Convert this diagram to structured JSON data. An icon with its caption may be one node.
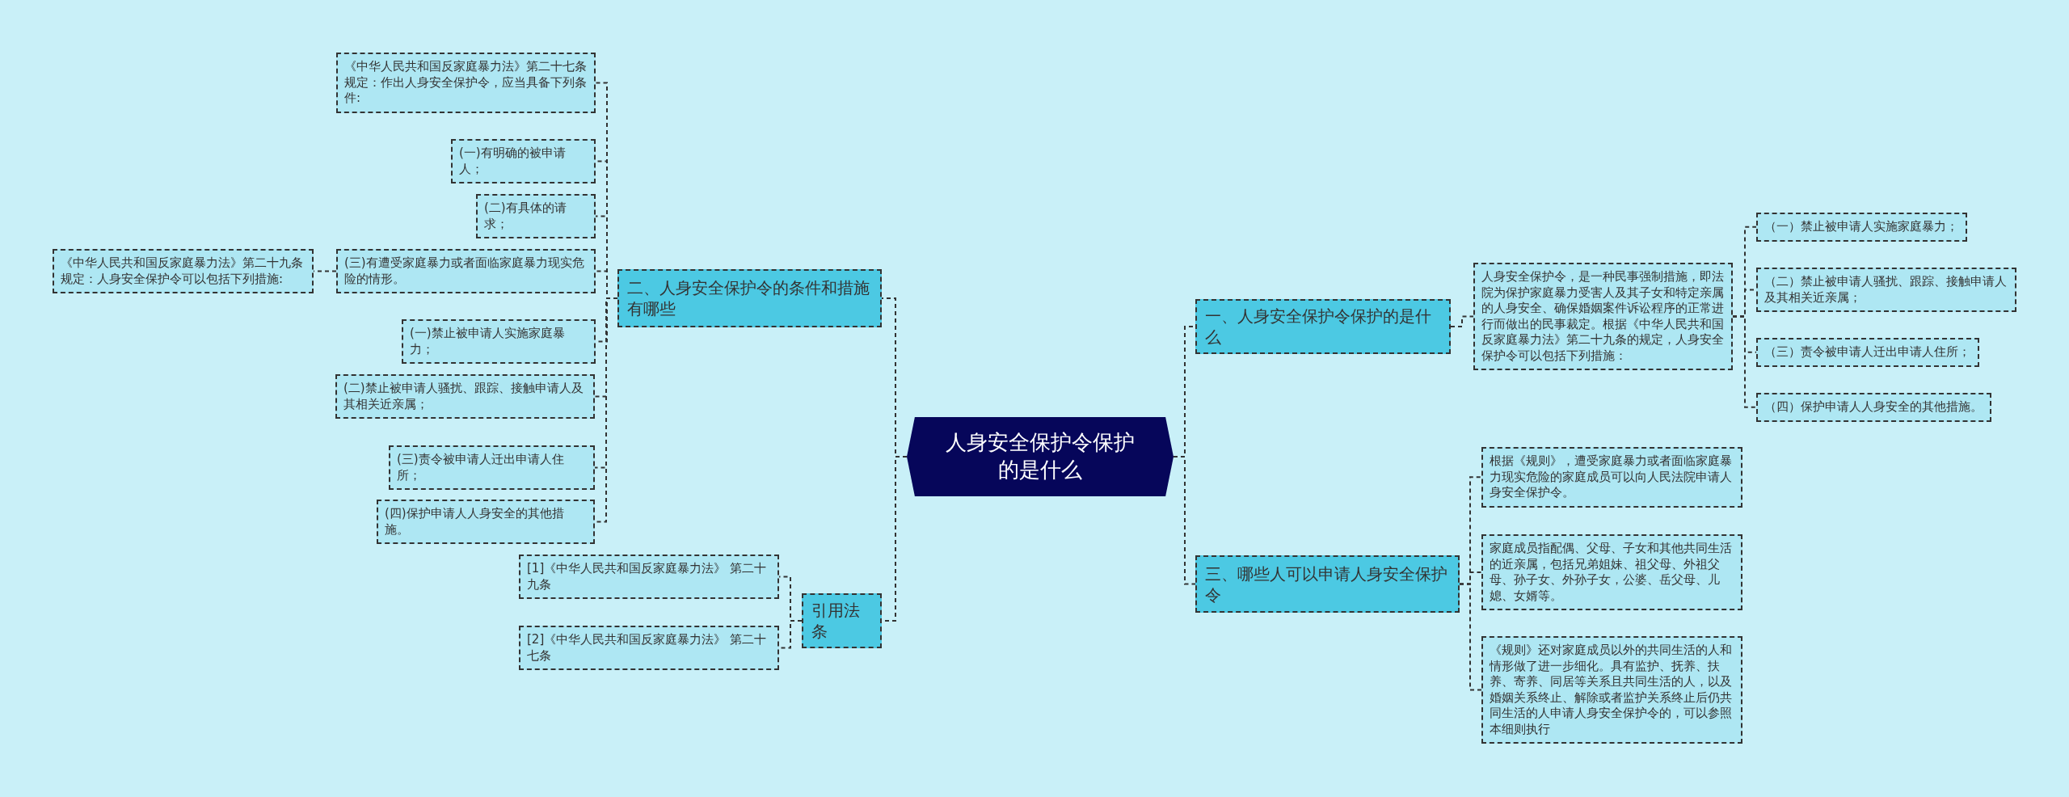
{
  "diagram": {
    "nodes": [
      {
        "text": [
          "人身安全保护令保护的是什么"
        ]
      },
      {
        "text": [
          "一、人身安全保护令保护的是什么"
        ]
      },
      {
        "text": [
          "人身安全保护令，是一种民事强制措施，即法院为保护家庭暴力受害人及其子女和特定亲属的人身安全、确保婚姻案件诉讼程序的正常进行而做出的民事裁定。根据《中华人民共和国反家庭暴力法》第二十九条的规定，人身安全保护令可以包括下列措施："
        ]
      },
      {
        "text": [
          "（一）禁止被申请人实施家庭暴力；"
        ]
      },
      {
        "text": [
          "（二）禁止被申请人骚扰、跟踪、接触申请人及其相关近亲属；"
        ]
      },
      {
        "text": [
          "（三）责令被申请人迁出申请人住所；"
        ]
      },
      {
        "text": [
          "（四）保护申请人人身安全的其他措施。"
        ]
      },
      {
        "text": [
          "三、哪些人可以申请人身安全保护令"
        ]
      },
      {
        "text": [
          "根据《规则》，遭受家庭暴力或者面临家庭暴力现实危险的家庭成员可以向人民法院申请人身安全保护令。"
        ]
      },
      {
        "text": [
          "家庭成员指配偶、父母、子女和其他共同生活的近亲属，包括兄弟姐妹、祖父母、外祖父母、孙子女、外孙子女，公婆、岳父母、儿媳、女婿等。"
        ]
      },
      {
        "text": [
          "《规则》还对家庭成员以外的共同生活的人和情形做了进一步细化。具有监护、抚养、扶养、寄养、同居等关系且共同生活的人，以及婚姻关系终止、解除或者监护关系终止后仍共同生活的人申请人身安全保护令的，可以参照本细则执行"
        ]
      },
      {
        "text": [
          "二、人身安全保护令的条件和措施有哪些"
        ]
      },
      {
        "text": [
          "《中华人民共和国反家庭暴力法》第二十七条规定：作出人身安全保护令，应当具备下列条件:"
        ]
      },
      {
        "text": [
          "(一)有明确的被申请人；"
        ]
      },
      {
        "text": [
          "(二)有具体的请求；"
        ]
      },
      {
        "text": [
          "(三)有遭受家庭暴力或者面临家庭暴力现实危险的情形。"
        ]
      },
      {
        "text": [
          "《中华人民共和国反家庭暴力法》第二十九条规定：人身安全保护令可以包括下列措施:"
        ]
      },
      {
        "text": [
          "(一)禁止被申请人实施家庭暴力；"
        ]
      },
      {
        "text": [
          "(二)禁止被申请人骚扰、跟踪、接触申请人及其相关近亲属；"
        ]
      },
      {
        "text": [
          "(三)责令被申请人迁出申请人住所；"
        ]
      },
      {
        "text": [
          "(四)保护申请人人身安全的其他措施。"
        ]
      },
      {
        "text": [
          "引用法条"
        ]
      },
      {
        "text": [
          "[1]《中华人民共和国反家庭暴力法》 第二十九条"
        ]
      },
      {
        "text": [
          "[2]《中华人民共和国反家庭暴力法》 第二十七条"
        ]
      }
    ],
    "edges": [
      {
        "from": 0,
        "to": 1,
        "arrow": "none"
      },
      {
        "from": 1,
        "to": 2,
        "arrow": "none"
      },
      {
        "from": 2,
        "to": 3,
        "arrow": "none"
      },
      {
        "from": 2,
        "to": 4,
        "arrow": "none"
      },
      {
        "from": 2,
        "to": 5,
        "arrow": "none"
      },
      {
        "from": 2,
        "to": 6,
        "arrow": "none"
      },
      {
        "from": 0,
        "to": 7,
        "arrow": "none"
      },
      {
        "from": 7,
        "to": 8,
        "arrow": "none"
      },
      {
        "from": 7,
        "to": 9,
        "arrow": "none"
      },
      {
        "from": 7,
        "to": 10,
        "arrow": "none"
      },
      {
        "from": 0,
        "to": 11,
        "arrow": "none"
      },
      {
        "from": 11,
        "to": 12,
        "arrow": "none"
      },
      {
        "from": 11,
        "to": 13,
        "arrow": "none"
      },
      {
        "from": 11,
        "to": 14,
        "arrow": "none"
      },
      {
        "from": 11,
        "to": 15,
        "arrow": "none"
      },
      {
        "from": 15,
        "to": 16,
        "arrow": "none"
      },
      {
        "from": 11,
        "to": 17,
        "arrow": "none"
      },
      {
        "from": 11,
        "to": 18,
        "arrow": "none"
      },
      {
        "from": 11,
        "to": 19,
        "arrow": "none"
      },
      {
        "from": 11,
        "to": 20,
        "arrow": "none"
      },
      {
        "from": 0,
        "to": 21,
        "arrow": "none"
      },
      {
        "from": 21,
        "to": 22,
        "arrow": "none"
      },
      {
        "from": 21,
        "to": 23,
        "arrow": "none"
      }
    ]
  }
}
